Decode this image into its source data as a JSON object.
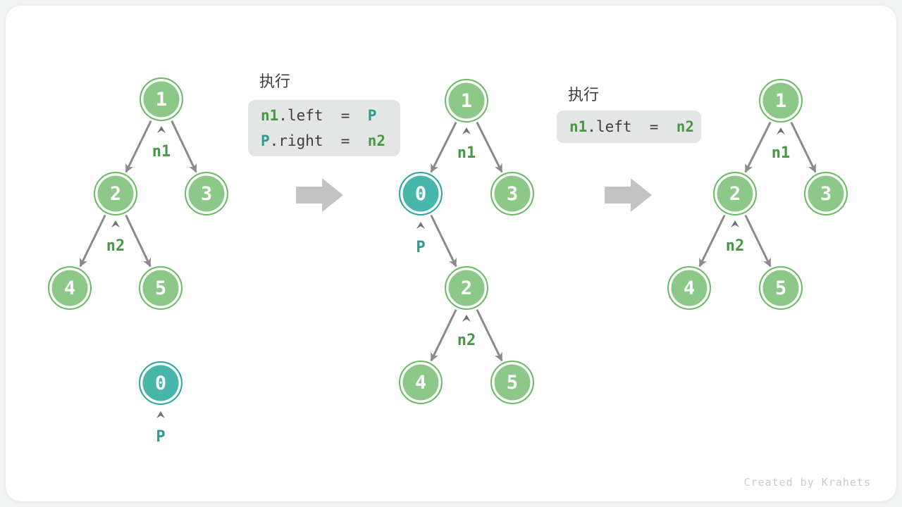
{
  "palette": {
    "node_green_fill": "#8cc888",
    "node_green_border": "#6dba68",
    "node_teal_fill": "#47b6ab",
    "node_teal_border": "#2fa89c",
    "pointer_label_green": "#479845",
    "pointer_label_teal": "#2e9b8e",
    "edge_gray": "#8a8a8a",
    "caret_gray": "#707070",
    "code_box_bg": "#e4e6e5",
    "code_text": "#3d3d3d",
    "block_arrow_gray": "#c3c3c3",
    "watermark_gray": "#c9c9c9"
  },
  "panels": [
    {
      "title": "执行",
      "lines": [
        {
          "tokens": [
            {
              "text": "n1",
              "role": "green"
            },
            {
              "text": ".left  =  ",
              "role": "plain"
            },
            {
              "text": "P",
              "role": "teal"
            }
          ]
        },
        {
          "tokens": [
            {
              "text": "P",
              "role": "teal"
            },
            {
              "text": ".right  =  ",
              "role": "plain"
            },
            {
              "text": "n2",
              "role": "green"
            }
          ]
        }
      ]
    },
    {
      "title": "执行",
      "lines": [
        {
          "tokens": [
            {
              "text": "n1",
              "role": "green"
            },
            {
              "text": ".left  =  ",
              "role": "plain"
            },
            {
              "text": "n2",
              "role": "green"
            }
          ]
        }
      ]
    }
  ],
  "trees": [
    {
      "name": "before-insertion",
      "nodes": [
        "1",
        "2",
        "3",
        "4",
        "5"
      ],
      "floating_node": "0",
      "labels": {
        "n1": "n1",
        "n2": "n2",
        "p": "P"
      }
    },
    {
      "name": "after-insertion",
      "nodes": [
        "1",
        "0",
        "3",
        "2",
        "4",
        "5"
      ],
      "labels": {
        "n1": "n1",
        "p": "P",
        "n2": "n2"
      }
    },
    {
      "name": "after-removal",
      "nodes": [
        "1",
        "2",
        "3",
        "4",
        "5"
      ],
      "labels": {
        "n1": "n1",
        "n2": "n2"
      }
    }
  ],
  "watermark": "Created by Krahets"
}
